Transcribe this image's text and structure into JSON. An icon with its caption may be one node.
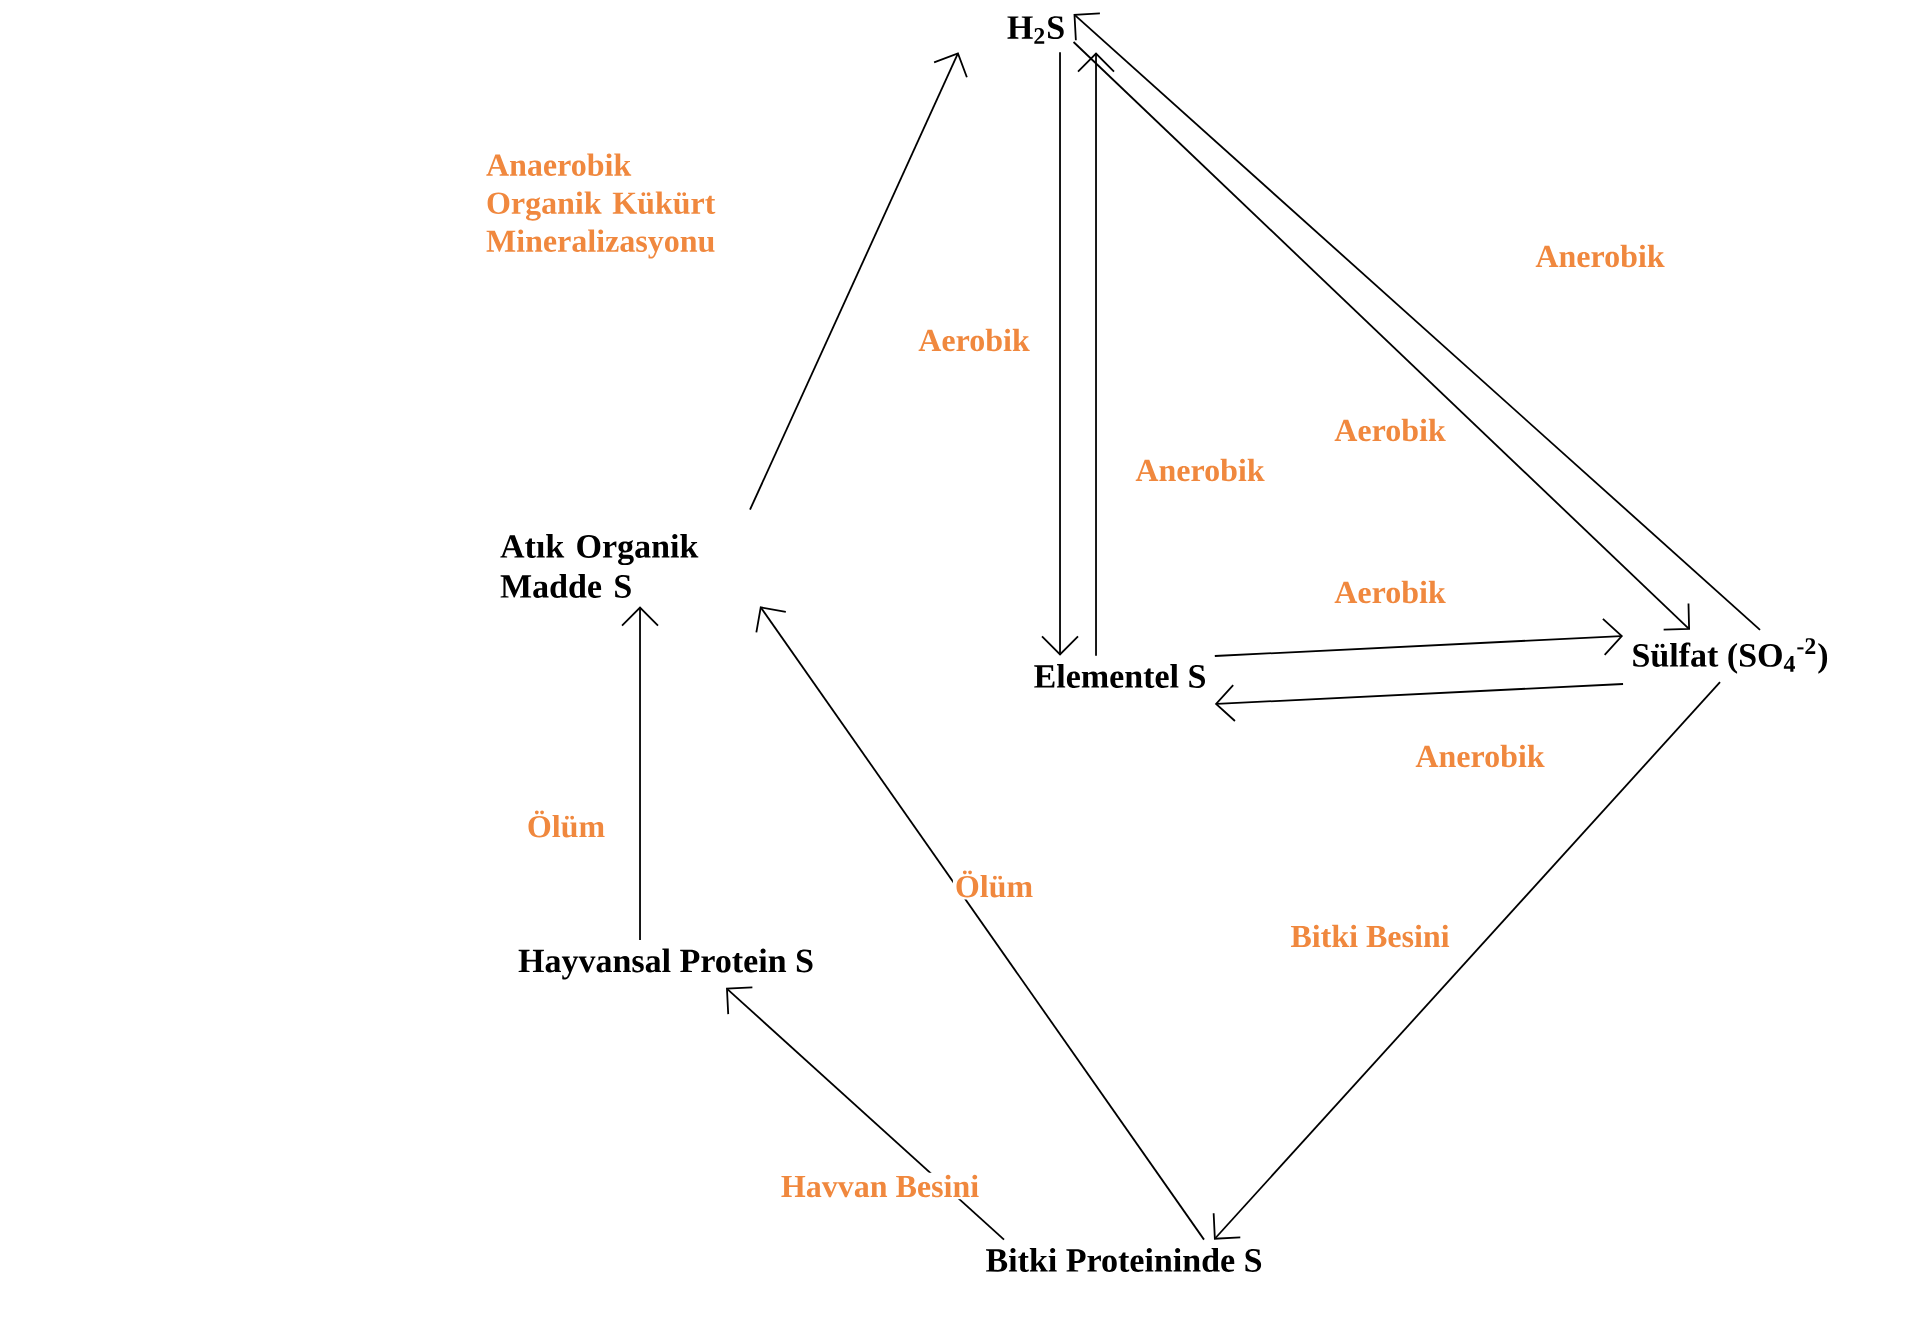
{
  "diagram": {
    "nodes": [
      {
        "text": [
          "H$_{2}$S"
        ]
      },
      {
        "text": [
          "Atık Organik Madde S"
        ]
      },
      {
        "text": [
          "Elementel S"
        ]
      },
      {
        "text": [
          "Sülfat (SO$_{4}$$^{-2}$)"
        ]
      },
      {
        "text": [
          "Hayvansal Protein S"
        ]
      },
      {
        "text": [
          "Bitki Proteininde S"
        ]
      }
    ],
    "edges": [
      {
        "from": 1,
        "to": 0,
        "arrow": "to",
        "label": "Anaerobik Organik Kükürt Mineralizasyonu"
      },
      {
        "from": 0,
        "to": 2,
        "arrow": "to",
        "label": "Aerobik"
      },
      {
        "from": 2,
        "to": 0,
        "arrow": "to",
        "label": "Anerobik"
      },
      {
        "from": 0,
        "to": 3,
        "arrow": "to",
        "label": "Aerobik"
      },
      {
        "from": 3,
        "to": 0,
        "arrow": "to",
        "label": "Anerobik"
      },
      {
        "from": 2,
        "to": 3,
        "arrow": "to",
        "label": "Aerobik"
      },
      {
        "from": 3,
        "to": 2,
        "arrow": "to",
        "label": "Anerobik"
      },
      {
        "from": 3,
        "to": 5,
        "arrow": "to",
        "label": "Bitki Besini"
      },
      {
        "from": 5,
        "to": 1,
        "arrow": "to",
        "label": "Ölüm"
      },
      {
        "from": 4,
        "to": 1,
        "arrow": "to",
        "label": "Ölüm"
      },
      {
        "from": 5,
        "to": 4,
        "arrow": "to",
        "label": "Havvan Besini"
      }
    ]
  }
}
